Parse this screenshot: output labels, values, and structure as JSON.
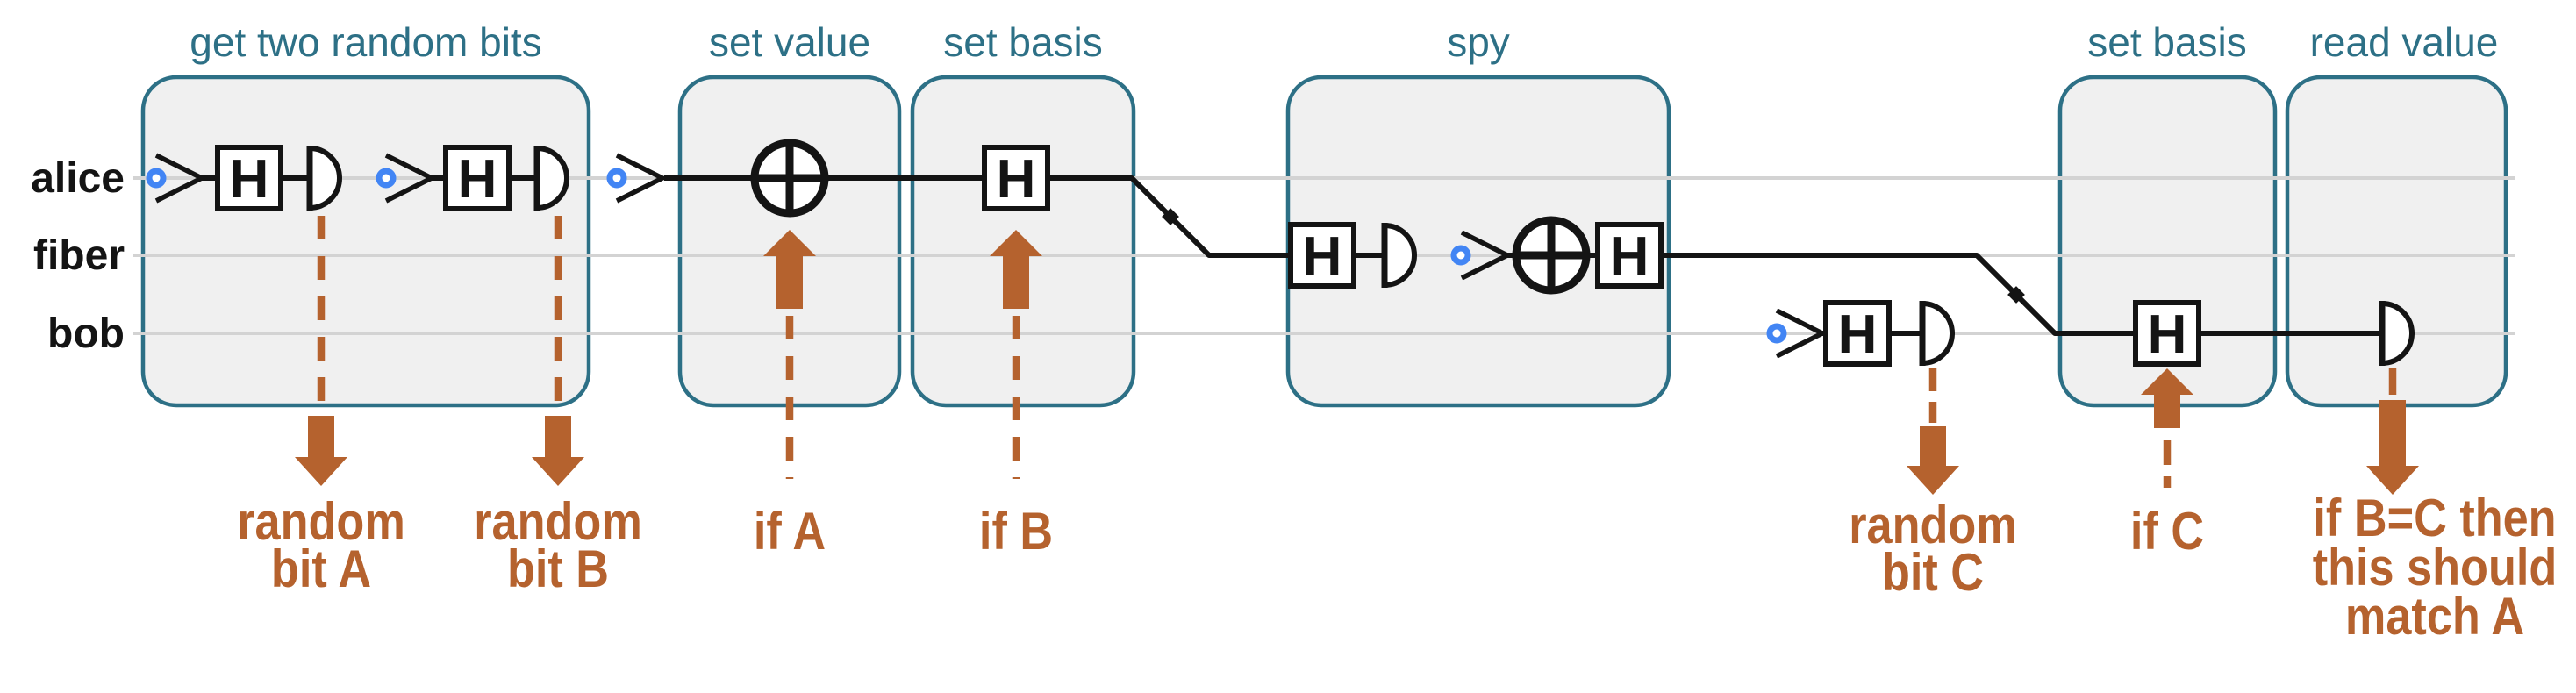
{
  "wire_labels": {
    "alice": "alice",
    "fiber": "fiber",
    "bob": "bob"
  },
  "section_titles": {
    "get_two_random_bits": "get two random bits",
    "set_value": "set value",
    "set_basis_alice": "set basis",
    "spy": "spy",
    "set_basis_bob": "set basis",
    "read_value": "read value"
  },
  "gate_labels": {
    "hadamard": "H"
  },
  "annotations": {
    "random_bit_a": {
      "line1": "random",
      "line2": "bit A"
    },
    "random_bit_b": {
      "line1": "random",
      "line2": "bit B"
    },
    "if_a": "if A",
    "if_b": "if B",
    "random_bit_c": {
      "line1": "random",
      "line2": "bit C"
    },
    "if_c": "if C",
    "match_note": {
      "line1": "if B=C then",
      "line2": "this should",
      "line3": "match A"
    }
  },
  "colors": {
    "section_teal": "#2d7086",
    "annotation_orange": "#b5622e",
    "source_blue": "#4285f4",
    "section_fill": "#f0f0f0",
    "wire_gray": "#d3d3d3",
    "ink": "#141414"
  }
}
